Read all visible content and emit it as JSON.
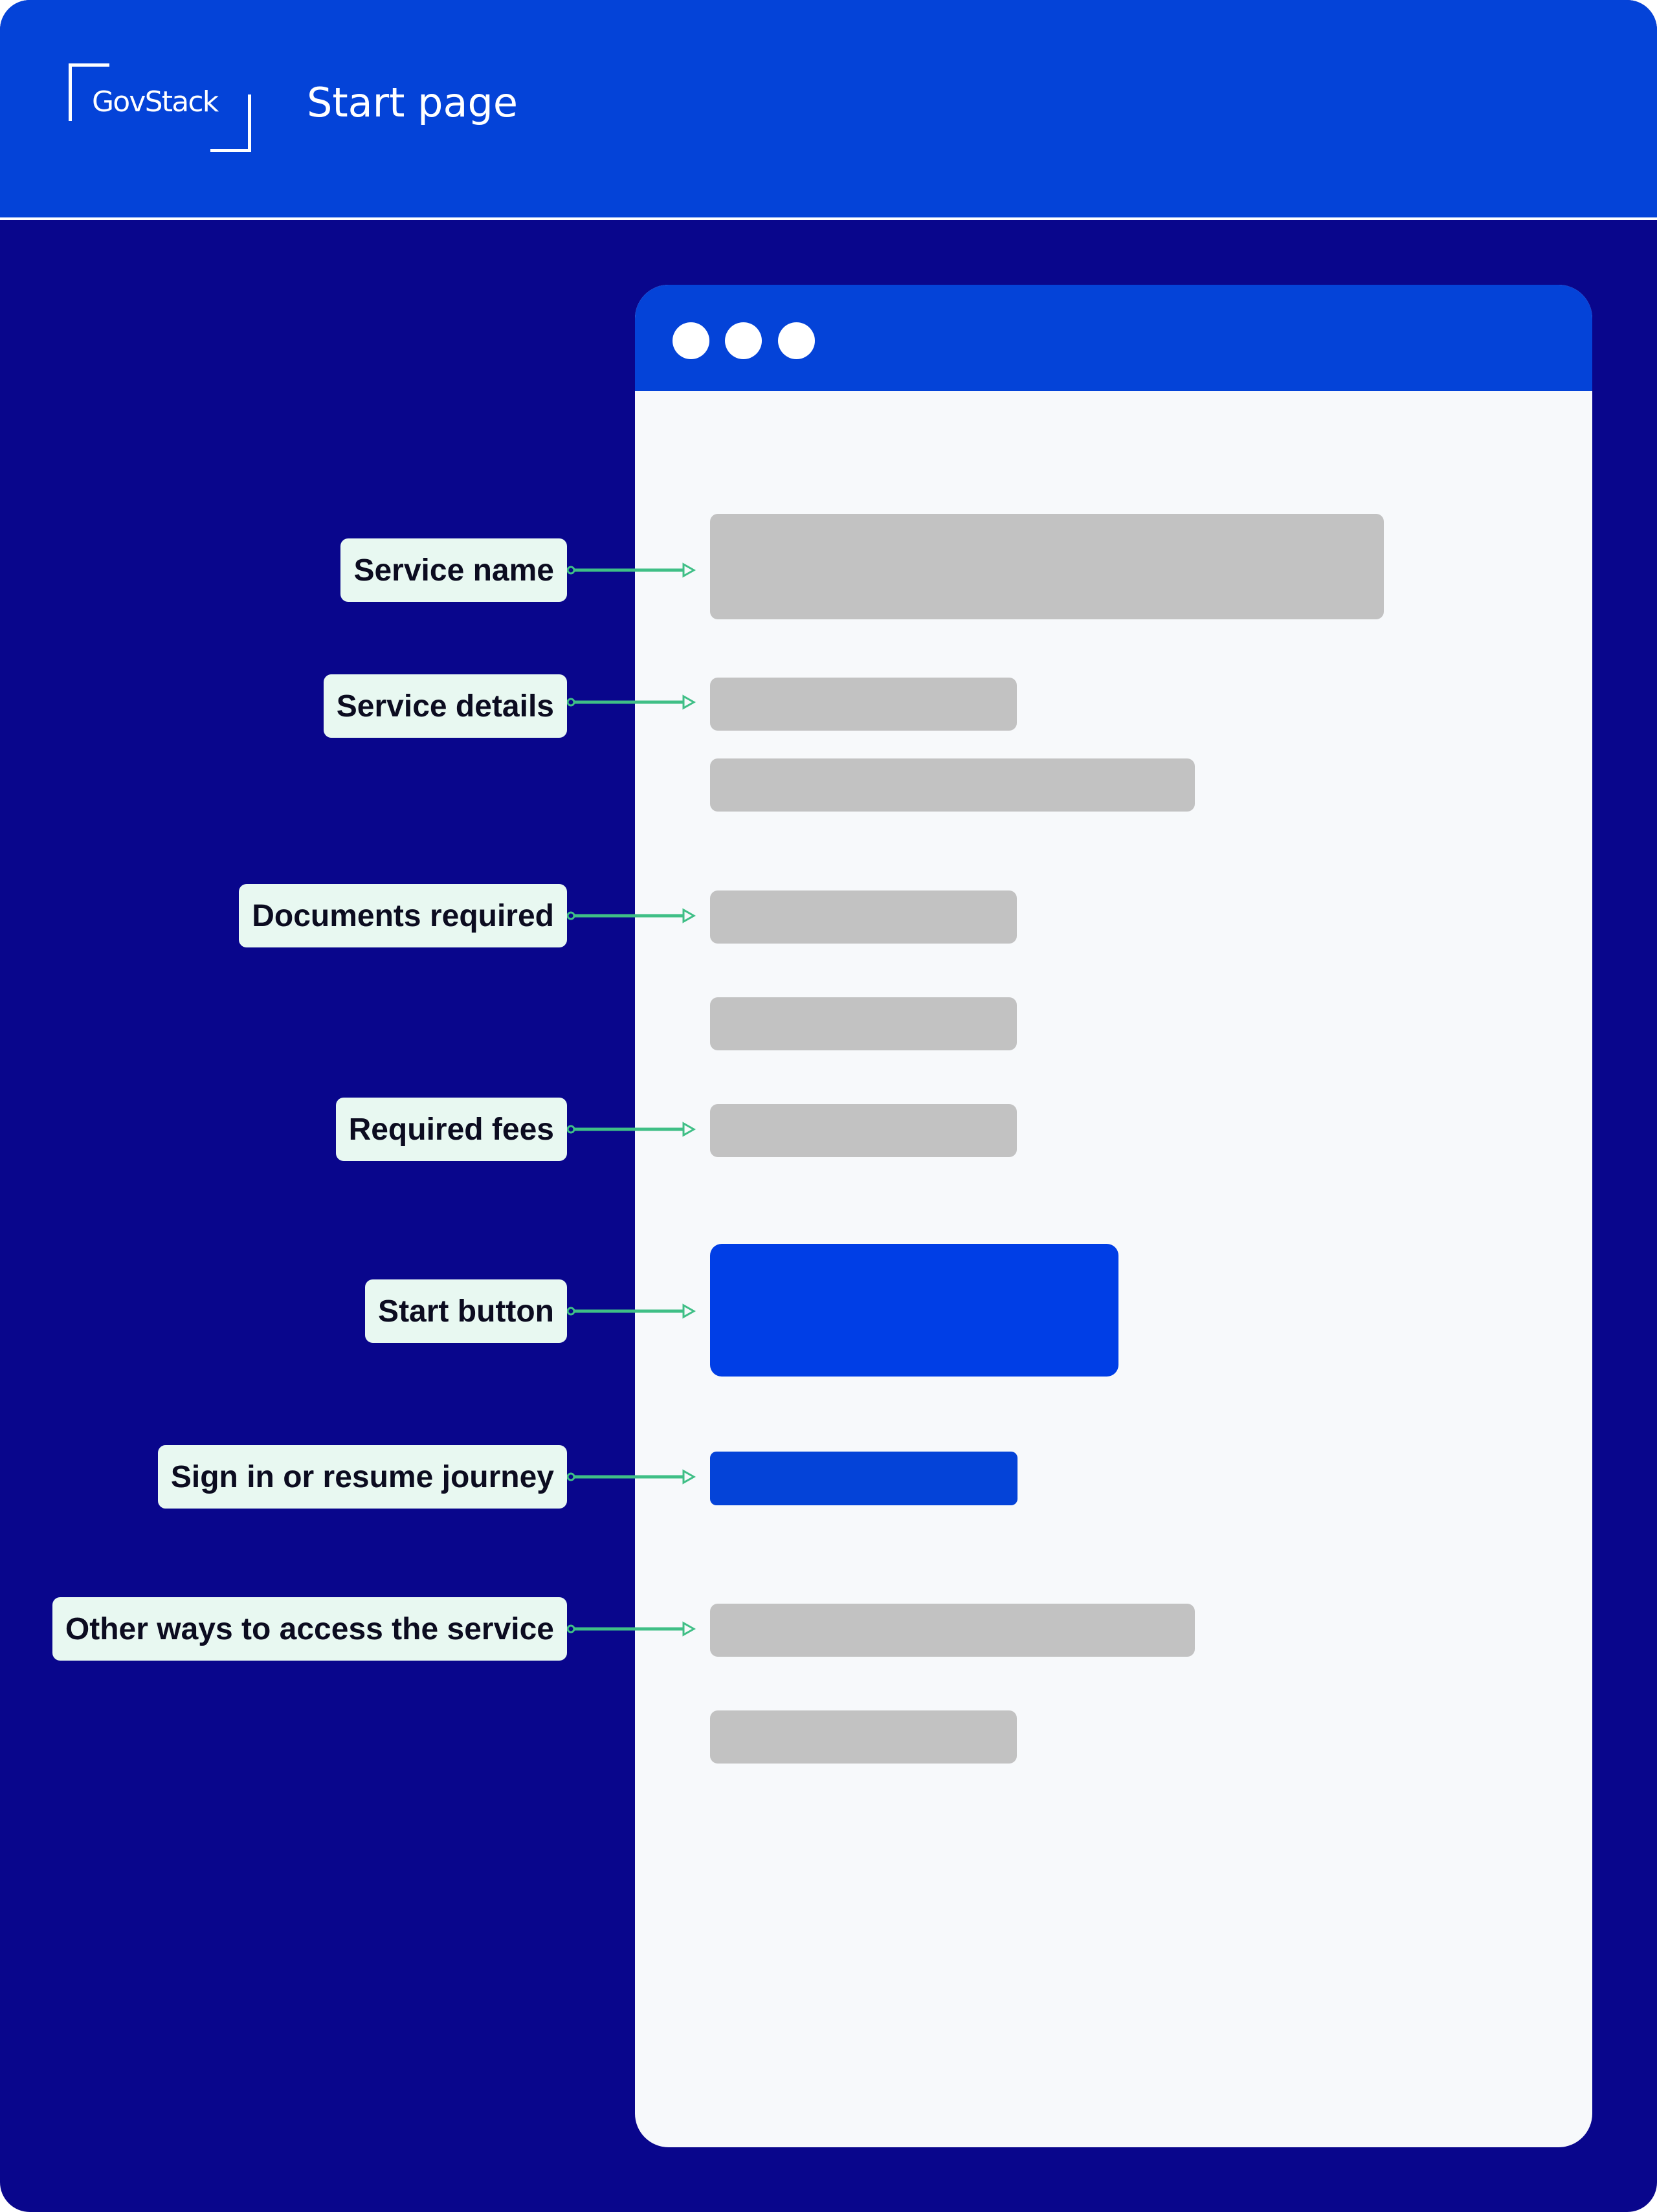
{
  "header": {
    "logo_text": "GovStack",
    "title": "Start page"
  },
  "annotations": [
    {
      "id": "service-name",
      "label": "Service name"
    },
    {
      "id": "service-details",
      "label": "Service details"
    },
    {
      "id": "documents-required",
      "label": "Documents required"
    },
    {
      "id": "required-fees",
      "label": "Required fees"
    },
    {
      "id": "start-button",
      "label": "Start button"
    },
    {
      "id": "sign-in-or-resume-journey",
      "label": "Sign in or resume journey"
    },
    {
      "id": "other-ways-to-access-the-service",
      "label": "Other ways to access the service"
    }
  ],
  "colors": {
    "background": "#09068c",
    "header": "#0443d8",
    "placeholder": "#c2c2c2",
    "button": "#003ee6",
    "label_background": "#e8f8f1",
    "arrow": "#3fbf86"
  }
}
